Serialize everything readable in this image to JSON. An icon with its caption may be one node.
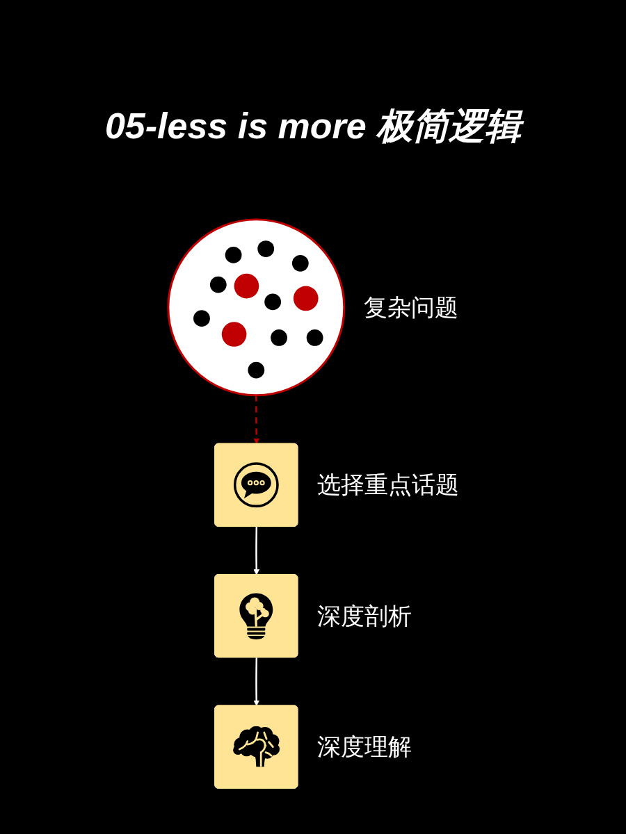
{
  "diagram": {
    "title": "05-less is more 极简逻辑",
    "nodes": [
      {
        "text": [],
        "shape": "circle",
        "beside": [
          "复杂问题"
        ]
      },
      {
        "text": [],
        "shape": "box",
        "beside": [
          "选择重点话题"
        ]
      },
      {
        "text": [],
        "shape": "box",
        "beside": [
          "深度剖析"
        ]
      },
      {
        "text": [],
        "shape": "box",
        "beside": [
          "深度理解"
        ]
      }
    ],
    "edges": [
      {
        "from": 0,
        "to": 1,
        "arrow": "to",
        "style": "dashed",
        "color": "#c00000"
      },
      {
        "from": 1,
        "to": 2,
        "arrow": "to"
      },
      {
        "from": 2,
        "to": 3,
        "arrow": "to"
      }
    ]
  }
}
